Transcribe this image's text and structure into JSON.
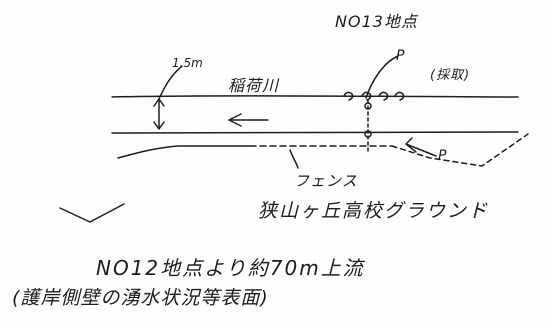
{
  "labels": {
    "station": "NO13地点",
    "width": "1.5m",
    "point_top": "P",
    "note": "(採取)",
    "river": "稲荷川",
    "point_bottom": "P",
    "fence": "フェンス",
    "ground": "狭山ヶ丘高校グラウンド",
    "location": "NO12地点より約70m上流",
    "description": "(護岸側壁の湧水状況等表面)"
  },
  "colors": {
    "ink": "#1e1e1e",
    "paper": "#fefefe"
  }
}
